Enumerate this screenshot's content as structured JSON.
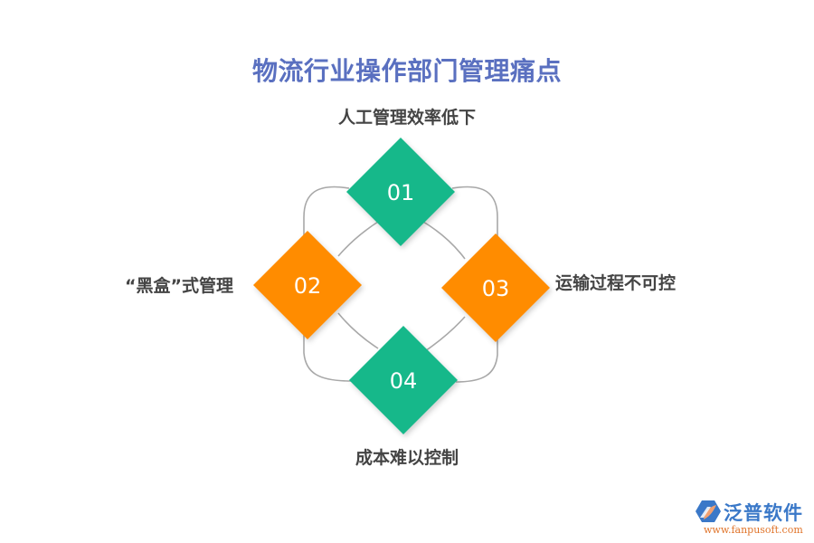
{
  "title": "物流行业操作部门管理痛点",
  "colors": {
    "title": "#5A70C0",
    "green": "#14B88A",
    "orange": "#FF8C00",
    "connector": "#A8A8A8",
    "label": "#444444"
  },
  "items": [
    {
      "number": "01",
      "label": "人工管理效率低下",
      "color": "green",
      "position": "top"
    },
    {
      "number": "02",
      "label": "“黑盒”式管理",
      "color": "orange",
      "position": "left"
    },
    {
      "number": "03",
      "label": "运输过程不可控",
      "color": "orange",
      "position": "right"
    },
    {
      "number": "04",
      "label": "成本难以控制",
      "color": "green",
      "position": "bottom"
    }
  ],
  "logo": {
    "name": "泛普软件",
    "url": "www.fanpusoft.com"
  }
}
